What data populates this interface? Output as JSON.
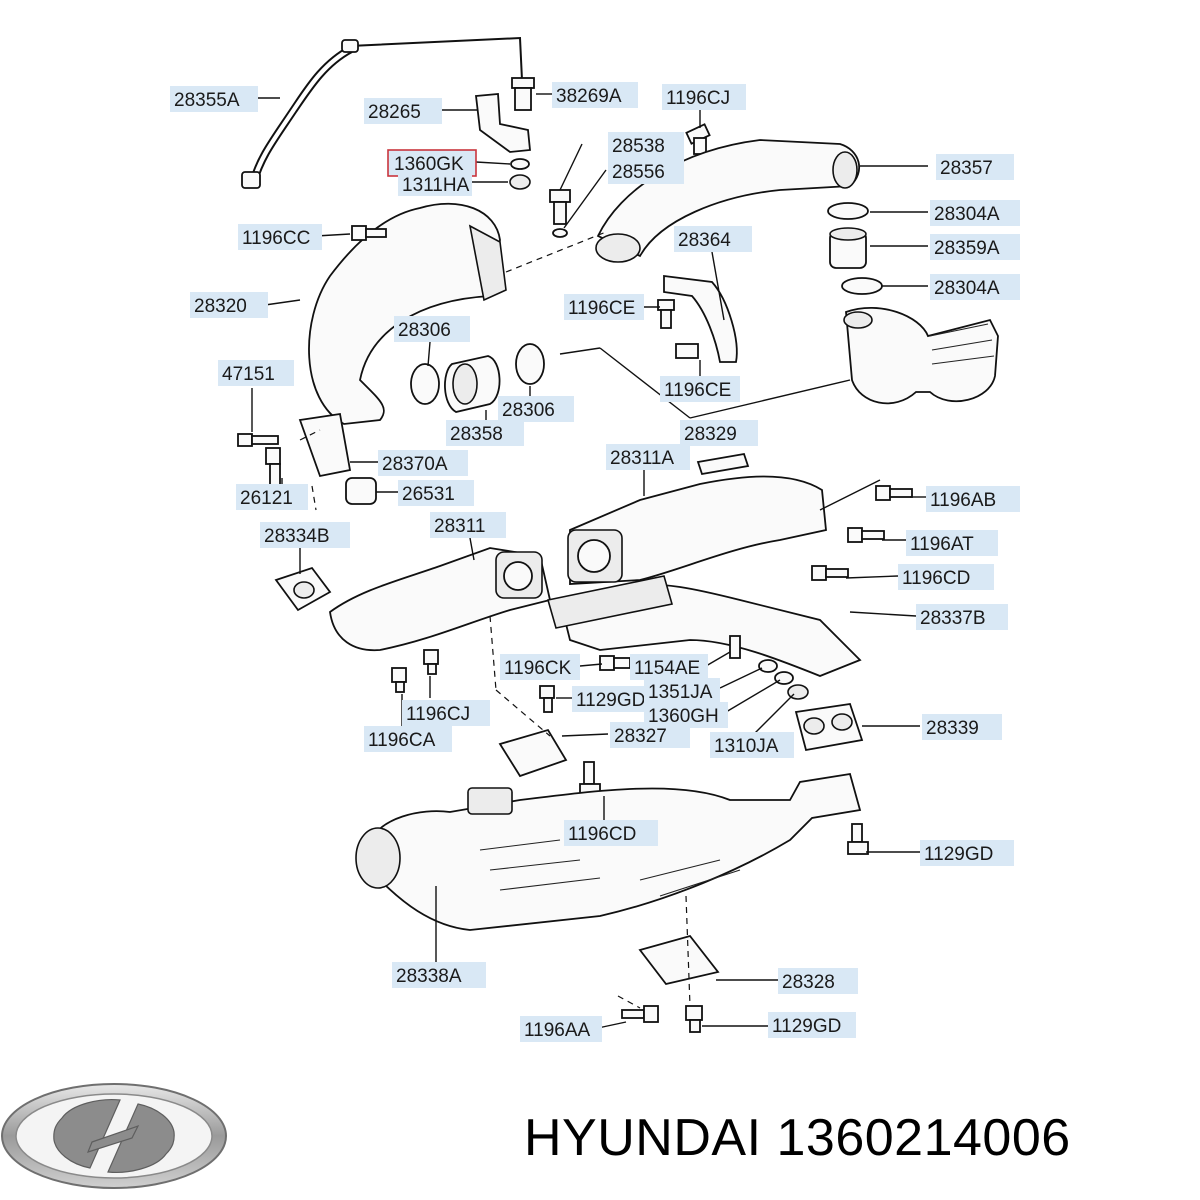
{
  "diagram": {
    "labels": [
      {
        "id": "28355A",
        "text": "28355A"
      },
      {
        "id": "38269A",
        "text": "38269A"
      },
      {
        "id": "28265",
        "text": "28265"
      },
      {
        "id": "1196CJ_top",
        "text": "1196CJ"
      },
      {
        "id": "28538",
        "text": "28538"
      },
      {
        "id": "1360GK",
        "text": "1360GK"
      },
      {
        "id": "28556",
        "text": "28556"
      },
      {
        "id": "1311HA",
        "text": "1311HA"
      },
      {
        "id": "28357",
        "text": "28357"
      },
      {
        "id": "28304A_1",
        "text": "28304A"
      },
      {
        "id": "1196CC",
        "text": "1196CC"
      },
      {
        "id": "28364",
        "text": "28364"
      },
      {
        "id": "28359A",
        "text": "28359A"
      },
      {
        "id": "28304A_2",
        "text": "28304A"
      },
      {
        "id": "28320",
        "text": "28320"
      },
      {
        "id": "1196CE_1",
        "text": "1196CE"
      },
      {
        "id": "28306_1",
        "text": "28306"
      },
      {
        "id": "47151",
        "text": "47151"
      },
      {
        "id": "1196CE_2",
        "text": "1196CE"
      },
      {
        "id": "28306_2",
        "text": "28306"
      },
      {
        "id": "28358",
        "text": "28358"
      },
      {
        "id": "28329",
        "text": "28329"
      },
      {
        "id": "28311A",
        "text": "28311A"
      },
      {
        "id": "28370A",
        "text": "28370A"
      },
      {
        "id": "26121",
        "text": "26121"
      },
      {
        "id": "26531",
        "text": "26531"
      },
      {
        "id": "1196AB",
        "text": "1196AB"
      },
      {
        "id": "28334B",
        "text": "28334B"
      },
      {
        "id": "28311",
        "text": "28311"
      },
      {
        "id": "1196AT",
        "text": "1196AT"
      },
      {
        "id": "1196CD_1",
        "text": "1196CD"
      },
      {
        "id": "28337B",
        "text": "28337B"
      },
      {
        "id": "1196CK",
        "text": "1196CK"
      },
      {
        "id": "1154AE",
        "text": "1154AE"
      },
      {
        "id": "1129GD_1",
        "text": "1129GD"
      },
      {
        "id": "1351JA",
        "text": "1351JA"
      },
      {
        "id": "1360GH",
        "text": "1360GH"
      },
      {
        "id": "1196CJ_2",
        "text": "1196CJ"
      },
      {
        "id": "28339",
        "text": "28339"
      },
      {
        "id": "28327",
        "text": "28327"
      },
      {
        "id": "1310JA",
        "text": "1310JA"
      },
      {
        "id": "1196CA",
        "text": "1196CA"
      },
      {
        "id": "1196CD_2",
        "text": "1196CD"
      },
      {
        "id": "1129GD_2",
        "text": "1129GD"
      },
      {
        "id": "28338A",
        "text": "28338A"
      },
      {
        "id": "28328",
        "text": "28328"
      },
      {
        "id": "1196AA",
        "text": "1196AA"
      },
      {
        "id": "1129GD_3",
        "text": "1129GD"
      }
    ],
    "highlighted_label": "1360GK"
  },
  "footer": {
    "brand": "HYUNDAI",
    "part_number": "1360214006",
    "logo_icon": "hyundai-logo-icon"
  },
  "colors": {
    "label_background": "#d9e8f5",
    "highlight_border": "#c9353d",
    "line": "#111111"
  }
}
